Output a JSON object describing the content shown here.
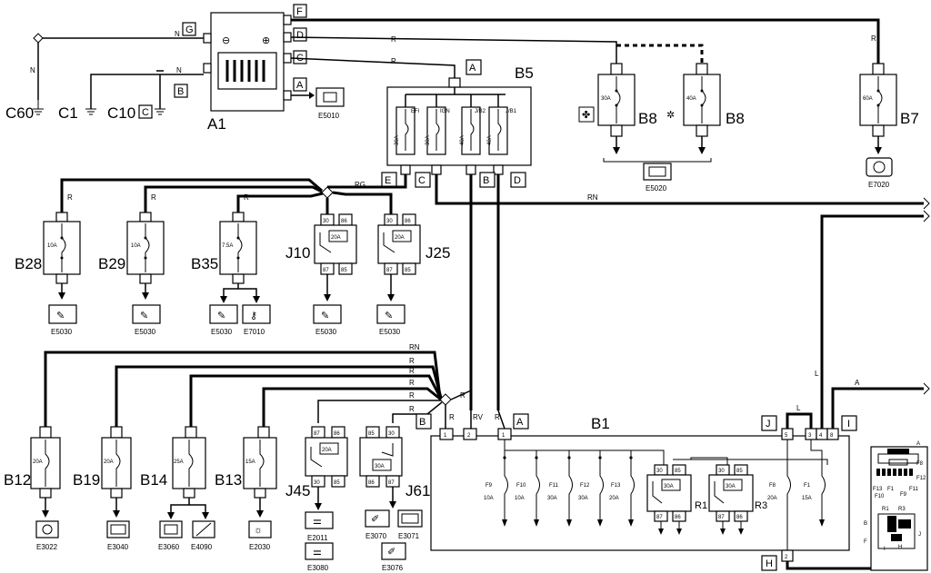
{
  "components": {
    "A1": "A1",
    "B5": "B5",
    "B8a": "B8",
    "B8b": "B8",
    "B7": "B7",
    "B28": "B28",
    "B29": "B29",
    "B35": "B35",
    "J10": "J10",
    "J25": "J25",
    "B1": "B1",
    "B12": "B12",
    "B19": "B19",
    "B14": "B14",
    "B13": "B13",
    "J45": "J45",
    "J61": "J61",
    "R1": "R1",
    "R3": "R3",
    "C60": "C60",
    "C1": "C1",
    "C10": "C10"
  },
  "ports": {
    "F": "F",
    "G": "G",
    "D": "D",
    "C": "C",
    "A": "A",
    "B": "B",
    "B5_A": "A",
    "B5_E": "E",
    "B5_C": "C",
    "B5_B": "B",
    "B5_D": "D",
    "B1_B": "B",
    "B1_A": "A",
    "B1_J": "J",
    "B1_I": "I",
    "B1_H": "H",
    "C10_C": "C"
  },
  "wires": {
    "N1": "N",
    "N2": "N",
    "N3": "N",
    "R_D": "R",
    "R_C": "R",
    "R_B7": "R",
    "RN_top": "RN",
    "RG": "RG",
    "R_B28": "R",
    "R_B29": "R",
    "R_B35": "R",
    "RN_B12": "RN",
    "R_B19": "R",
    "R_B14": "R",
    "R_B13": "R",
    "R_J45": "R",
    "R_J61": "R",
    "R_B1": "R",
    "RV": "RV",
    "R_B1b": "R",
    "L1": "L",
    "L2": "L",
    "A_right": "A"
  },
  "fuses": {
    "B5_EFI": "EFI",
    "B5_IGN": "IGN",
    "B5_JB2": "J/B2",
    "B5_JB1": "J/B1",
    "B5_f1": "30A",
    "B5_f2": "30A",
    "B5_f3": "40A",
    "B5_f4": "40A",
    "B8a": "30A",
    "B8b": "40A",
    "B7": "60A",
    "B28": "10A",
    "B29": "10A",
    "B35": "7.5A",
    "J10": "20A",
    "J25": "20A",
    "B12": "20A",
    "B19": "20A",
    "B14": "25A",
    "B13": "15A",
    "J45": "20A",
    "J61": "30A",
    "R1": "30A",
    "R3": "30A"
  },
  "b1_fuses": [
    {
      "id": "F9",
      "rating": "10A"
    },
    {
      "id": "F10",
      "rating": "10A"
    },
    {
      "id": "F11",
      "rating": "30A"
    },
    {
      "id": "F12",
      "rating": "30A"
    },
    {
      "id": "F13",
      "rating": "20A"
    },
    {
      "id": "F8",
      "rating": "20A"
    },
    {
      "id": "F1",
      "rating": "15A"
    }
  ],
  "relay_pins": {
    "p30": "30",
    "p86": "86",
    "p87": "87",
    "p85": "85"
  },
  "b1_pins": {
    "p1": "1",
    "p2": "2",
    "p1b": "1",
    "p5": "5",
    "p3": "3",
    "p4": "4",
    "p8": "8",
    "p2b": "2"
  },
  "endpoints": {
    "E5010": "E5010",
    "E5020": "E5020",
    "E7020": "E7020",
    "E5030_a": "E5030",
    "E5030_b": "E5030",
    "E5030_c": "E5030",
    "E7010": "E7010",
    "E5030_d": "E5030",
    "E5030_e": "E5030",
    "E3022": "E3022",
    "E3040": "E3040",
    "E3060": "E3060",
    "E4090": "E4090",
    "E2030": "E2030",
    "E2011": "E2011",
    "E3080": "E3080",
    "E3070": "E3070",
    "E3071": "E3071",
    "E3076": "E3076"
  },
  "legend": {
    "labels": [
      "A",
      "F8",
      "F12",
      "F13",
      "F1",
      "F9",
      "F11",
      "F10",
      "R1",
      "R3",
      "B",
      "F",
      "I",
      "H",
      "J"
    ]
  },
  "battery": {
    "minus": "⊖",
    "plus": "⊕"
  }
}
